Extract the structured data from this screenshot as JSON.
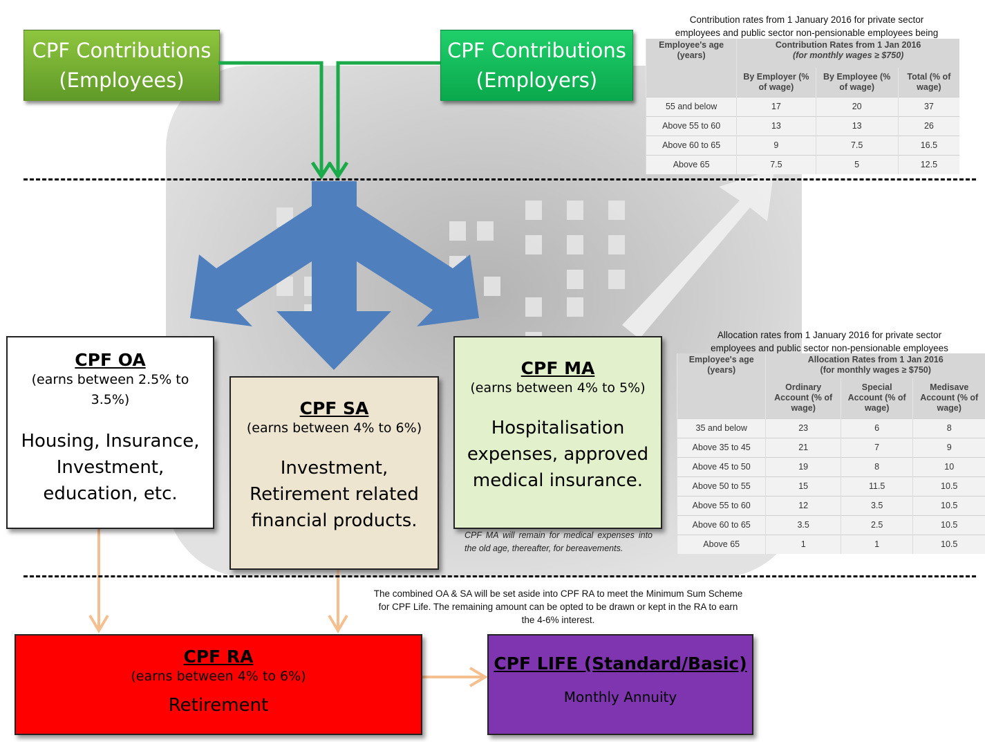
{
  "header": {
    "employees_box": [
      "CPF Contributions",
      "(Employees)"
    ],
    "employers_box": [
      "CPF Contributions",
      "(Employers)"
    ]
  },
  "contribution_table": {
    "caption": [
      "Contribution rates from 1 January 2016 for private sector",
      "employees and public sector non-pensionable  employees being"
    ],
    "age_header": "Employee's age (years)",
    "group_header": "Contribution Rates from 1 Jan 2016",
    "group_subheader": "(for monthly wages ≥ $750)",
    "columns": [
      "By Employer (% of wage)",
      "By Employee (% of wage)",
      "Total (% of wage)"
    ],
    "rows": [
      [
        "55 and below",
        "17",
        "20",
        "37"
      ],
      [
        "Above 55 to 60",
        "13",
        "13",
        "26"
      ],
      [
        "Above 60 to 65",
        "9",
        "7.5",
        "16.5"
      ],
      [
        "Above 65",
        "7.5",
        "5",
        "12.5"
      ]
    ]
  },
  "allocation_table": {
    "caption": [
      "Allocation rates from 1 January 2016 for private sector",
      "employees and public sector non-pensionable  employees"
    ],
    "age_header": "Employee's age (years)",
    "group_header": "Allocation Rates from 1 Jan 2016",
    "group_subheader": "(for monthly wages ≥ $750)",
    "columns": [
      "Ordinary Account (% of wage)",
      "Special Account (% of wage)",
      "Medisave Account (% of wage)"
    ],
    "rows": [
      [
        "35 and below",
        "23",
        "6",
        "8"
      ],
      [
        "Above 35 to 45",
        "21",
        "7",
        "9"
      ],
      [
        "Above 45 to 50",
        "19",
        "8",
        "10"
      ],
      [
        "Above 50 to 55",
        "15",
        "11.5",
        "10.5"
      ],
      [
        "Above 55 to 60",
        "12",
        "3.5",
        "10.5"
      ],
      [
        "Above 60 to 65",
        "3.5",
        "2.5",
        "10.5"
      ],
      [
        "Above 65",
        "1",
        "1",
        "10.5"
      ]
    ]
  },
  "accounts": {
    "oa": {
      "title": "CPF OA",
      "earn": [
        "(earns between 2.5% to",
        "3.5%)"
      ],
      "use": [
        "Housing, Insurance,",
        "Investment,",
        "education, etc."
      ]
    },
    "sa": {
      "title": "CPF SA",
      "earn": [
        "(earns between 4% to 6%)"
      ],
      "use": [
        "Investment,",
        "Retirement related",
        "financial products."
      ]
    },
    "ma": {
      "title": "CPF MA",
      "earn": [
        "(earns between 4% to 5%)"
      ],
      "use": [
        "Hospitalisation",
        "expenses, approved",
        "medical insurance."
      ]
    },
    "ra": {
      "title": "CPF RA",
      "earn": [
        "(earns between 4% to 6%)"
      ],
      "use": [
        "Retirement"
      ]
    },
    "life": {
      "title": "CPF LIFE (Standard/Basic)",
      "use": [
        "Monthly Annuity"
      ]
    }
  },
  "ma_note": "CPF MA will remain for medical expenses into the old age, thereafter, for bereavements.",
  "ra_note": [
    "The combined OA & SA will be set aside into CPF RA to meet the Minimum Sum Scheme",
    "for CPF Life. The remaining amount can be opted to be drawn or kept in the RA to earn",
    "the 4-6% interest."
  ],
  "colors": {
    "employees": "#6fa832",
    "employers": "#0fbf5a",
    "flow_arrow": "#4f7fbd",
    "connector": "#1aaa4a",
    "orange_arrow": "#f5bf90",
    "sa_box": "#ede5cf",
    "ma_box": "#e2f0cb",
    "ra_box": "#ff0000",
    "life_box": "#7f35b0"
  }
}
